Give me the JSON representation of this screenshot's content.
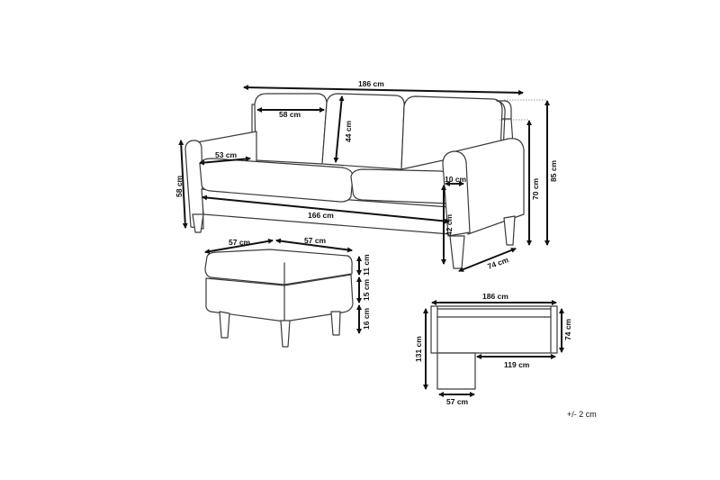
{
  "diagram": {
    "subject": "Sofa with ottoman dimension drawing",
    "colors": {
      "line": "#3a3a3a",
      "arrow": "#111111",
      "background": "#ffffff"
    },
    "sofa": {
      "overall_width": "186 cm",
      "back_cushion_width": "58 cm",
      "back_cushion_height": "44 cm",
      "seat_depth": "53 cm",
      "arm_width": "10 cm",
      "seat_width": "166 cm",
      "seat_height": "42 cm",
      "arm_height": "58 cm",
      "back_height_no_cushion": "70 cm",
      "total_height": "85 cm",
      "depth": "74 cm"
    },
    "ottoman": {
      "width": "57 cm",
      "depth": "57 cm",
      "cushion_height": "11 cm",
      "base_height": "15 cm",
      "leg_height": "16 cm"
    },
    "top_view": {
      "total_width": "186 cm",
      "sofa_depth": "74 cm",
      "total_depth": "131 cm",
      "open_width": "119 cm",
      "ottoman_width": "57 cm"
    },
    "tolerance": "+/- 2 cm"
  }
}
